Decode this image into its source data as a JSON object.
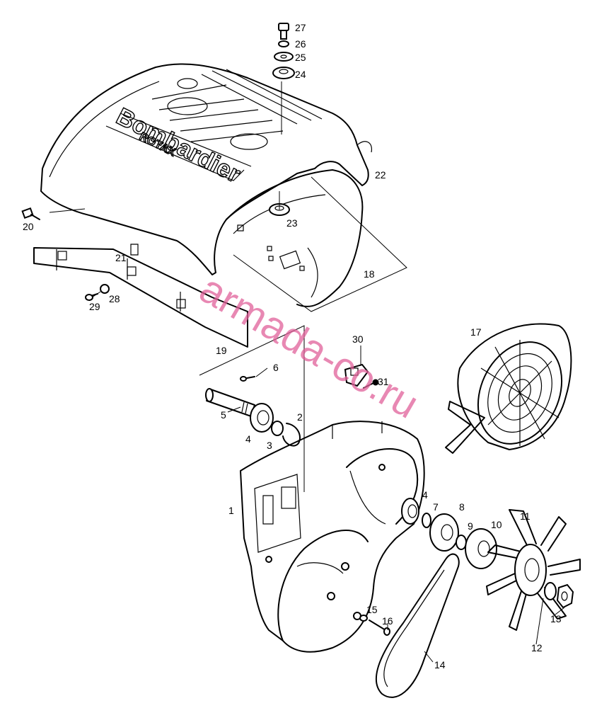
{
  "brand": {
    "main": "Bombardier",
    "sub": "ROTAX"
  },
  "watermark": {
    "text": "armada-co.ru",
    "color": "#e0609a"
  },
  "callouts": [
    "1",
    "2",
    "3",
    "4",
    "4",
    "5",
    "6",
    "7",
    "8",
    "9",
    "10",
    "11",
    "12",
    "13",
    "14",
    "15",
    "16",
    "17",
    "18",
    "19",
    "20",
    "21",
    "22",
    "23",
    "24",
    "25",
    "26",
    "27",
    "28",
    "29",
    "30",
    "31"
  ],
  "colors": {
    "line": "#000000",
    "background": "#ffffff"
  }
}
